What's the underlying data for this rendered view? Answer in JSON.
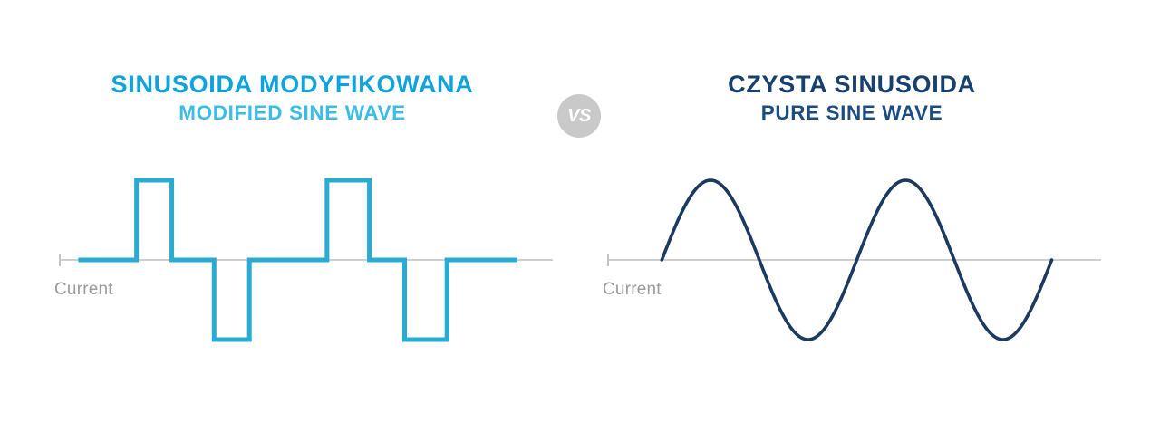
{
  "background_color": "#ffffff",
  "panels": {
    "left": {
      "title_primary": "SINUSOIDA MODYFIKOWANA",
      "title_secondary": "MODIFIED SINE WAVE",
      "title_primary_color": "#0FA3DC",
      "title_secondary_color": "#3CBDE6",
      "axis_label": "Current",
      "axis_label_color": "#9A9A9A",
      "wave_color": "#29ABD4",
      "axis_color": "#CFCFCF"
    },
    "right": {
      "title_primary": "CZYSTA SINUSOIDA",
      "title_secondary": "PURE SINE WAVE",
      "title_primary_color": "#17406F",
      "title_secondary_color": "#1C4D80",
      "axis_label": "Current",
      "axis_label_color": "#9A9A9A",
      "wave_color": "#1B3A5F",
      "axis_color": "#CFCFCF"
    }
  },
  "divider": {
    "label": "VS",
    "circle_color": "#C9C9C9",
    "text_color": "#ffffff"
  },
  "chart_data": [
    {
      "type": "line",
      "title": "MODIFIED SINE WAVE",
      "subtitle": "SINUSOIDA MODYFIKOWANA",
      "xlabel": "Current",
      "ylabel": "",
      "grid": false,
      "legend": "none",
      "series_color": "#29ABD4",
      "axis_line_y": 0,
      "xlim": [
        0,
        14
      ],
      "ylim": [
        -1,
        1
      ],
      "description": "Modified sine wave: stepped square pulses alternating positive and negative with zero-level dwell segments, two full cycles.",
      "series": [
        {
          "name": "modified sine wave",
          "x": [
            0.55,
            2.2,
            2.2,
            3.2,
            3.2,
            4.4,
            4.4,
            5.4,
            5.4,
            6.6,
            6.6,
            7.6,
            7.6,
            8.8,
            8.8,
            9.8,
            9.8,
            11.0,
            11.0,
            12.0,
            12.0,
            13.0
          ],
          "y": [
            0,
            0,
            1,
            1,
            0,
            0,
            -1,
            -1,
            0,
            0,
            0,
            0,
            1,
            1,
            0,
            0,
            -1,
            -1,
            0,
            0,
            0,
            0
          ]
        }
      ]
    },
    {
      "type": "line",
      "title": "PURE SINE WAVE",
      "subtitle": "CZYSTA SINUSOIDA",
      "xlabel": "Current",
      "ylabel": "",
      "grid": false,
      "legend": "none",
      "series_color": "#1B3A5F",
      "axis_line_y": 0,
      "xlim": [
        0,
        14
      ],
      "ylim": [
        -1,
        1
      ],
      "amplitude": 1,
      "cycles": 2,
      "description": "Pure sine wave: two smooth sinusoidal cycles starting at zero rising, peaks at +1 and troughs at -1."
    }
  ]
}
